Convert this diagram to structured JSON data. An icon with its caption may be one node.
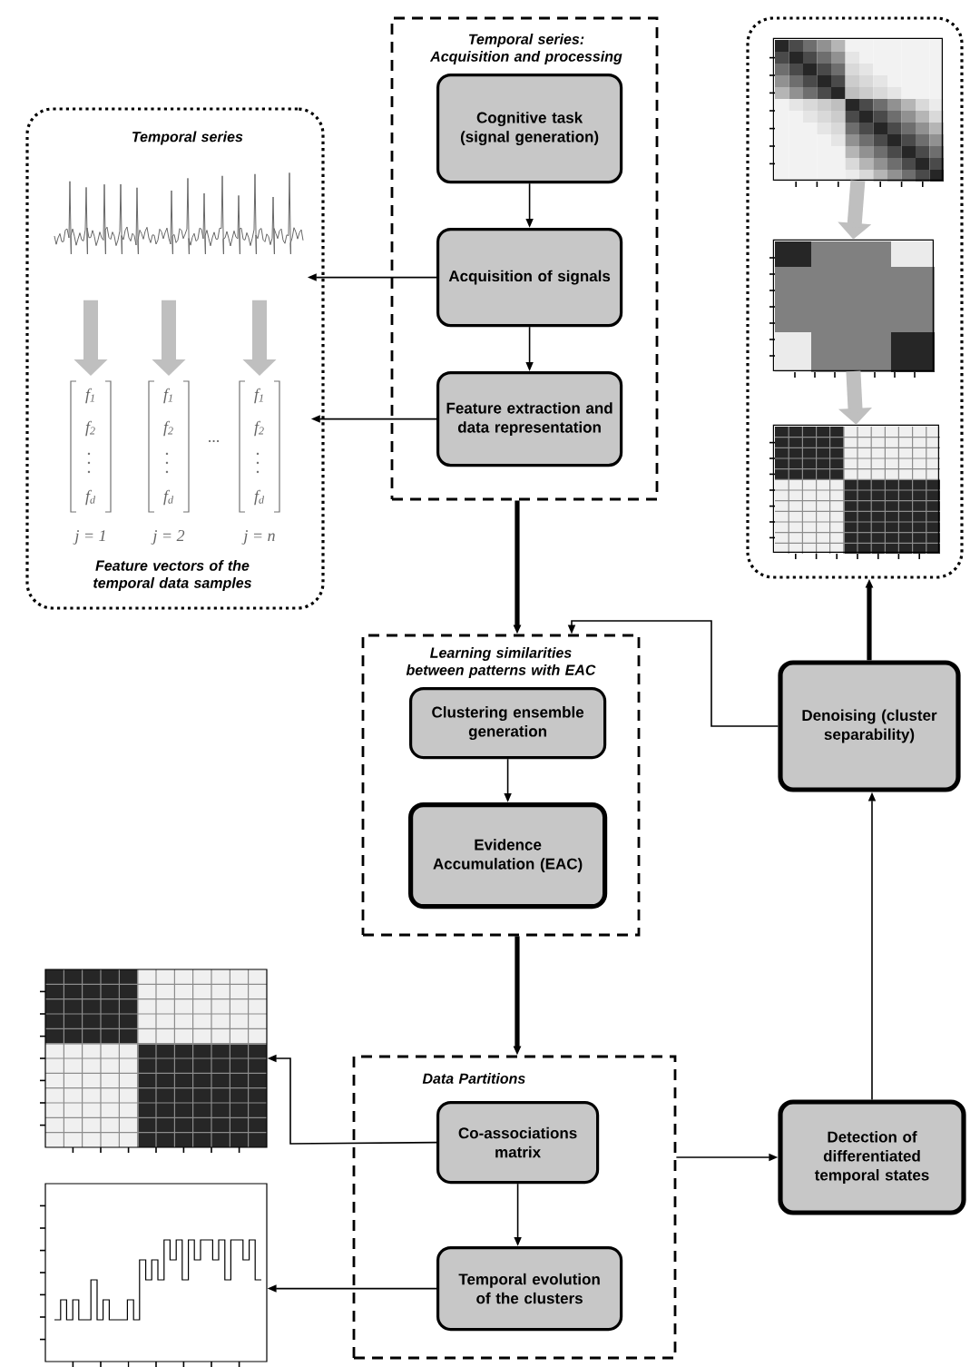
{
  "diagram": {
    "nodes": [
      {
        "text": [
          "Temporal series: Acquisition and processing"
        ]
      },
      {
        "text": [
          "Cognitive task (signal generation)"
        ],
        "in": 0
      },
      {
        "text": [
          "Acquisition of signals"
        ],
        "in": 0
      },
      {
        "text": [
          "Feature extraction and data representation"
        ],
        "in": 0
      },
      {
        "text": [
          "Temporal series",
          "Feature vectors of the temporal data samples"
        ]
      },
      {
        "text": [],
        "shape": "picture",
        "in": 4
      },
      {
        "text": [],
        "shape": "picture",
        "in": 4
      },
      {
        "text": [
          "Learning similarities between patterns with EAC"
        ]
      },
      {
        "text": [
          "Clustering ensemble generation"
        ],
        "in": 7
      },
      {
        "text": [
          "Evidence Accumulation (EAC)"
        ],
        "in": 7
      },
      {
        "text": [],
        "shape": "box"
      },
      {
        "text": [],
        "shape": "picture",
        "in": 10
      },
      {
        "text": [],
        "shape": "picture",
        "in": 10
      },
      {
        "text": [],
        "shape": "picture",
        "in": 10
      },
      {
        "text": [
          "Denoising (cluster separability)"
        ]
      },
      {
        "text": [
          "Data Partitions"
        ]
      },
      {
        "text": [
          "Co-associations matrix"
        ],
        "in": 15
      },
      {
        "text": [
          "Temporal evolution of the clusters"
        ],
        "in": 15
      },
      {
        "text": [
          "Detection of differentiated temporal states"
        ]
      },
      {
        "text": [],
        "shape": "picture"
      },
      {
        "text": [],
        "shape": "picture"
      }
    ],
    "edges": [
      {
        "from": 1,
        "to": 2,
        "arrow": "to"
      },
      {
        "from": 2,
        "to": 3,
        "arrow": "to"
      },
      {
        "from": 2,
        "to": 5,
        "arrow": "to"
      },
      {
        "from": 3,
        "to": 6,
        "arrow": "to"
      },
      {
        "from": 5,
        "to": 6,
        "arrow": "to",
        "style": "thick",
        "color": "#bfbfbf"
      },
      {
        "from": 5,
        "to": 6,
        "arrow": "to",
        "style": "thick",
        "color": "#bfbfbf"
      },
      {
        "from": 5,
        "to": 6,
        "arrow": "to",
        "style": "thick",
        "color": "#bfbfbf"
      },
      {
        "from": 0,
        "to": 7,
        "arrow": "to",
        "style": "thick"
      },
      {
        "from": 14,
        "to": 7,
        "arrow": "to"
      },
      {
        "from": 8,
        "to": 9,
        "arrow": "to"
      },
      {
        "from": 11,
        "to": 12,
        "arrow": "to",
        "style": "thick",
        "color": "#bfbfbf"
      },
      {
        "from": 12,
        "to": 13,
        "arrow": "to",
        "style": "thick",
        "color": "#bfbfbf"
      },
      {
        "from": 14,
        "to": 10,
        "arrow": "to",
        "style": "thick"
      },
      {
        "from": 7,
        "to": 15,
        "arrow": "to",
        "style": "thick"
      },
      {
        "from": 16,
        "to": 19,
        "arrow": "to"
      },
      {
        "from": 16,
        "to": 17,
        "arrow": "to"
      },
      {
        "from": 17,
        "to": 20,
        "arrow": "to"
      },
      {
        "from": 15,
        "to": 18,
        "arrow": "to"
      },
      {
        "from": 18,
        "to": 14,
        "arrow": "to"
      }
    ],
    "labels": [
      "f$_{1}$",
      "f$_{1}$",
      "f$_{1}$",
      "f$_{2}$",
      "f$_{2}$",
      "f$_{2}$",
      "...",
      "f$_{d}$",
      "f$_{d}$",
      "f$_{d}$",
      "j = 1",
      "j = 2",
      "j = n"
    ]
  }
}
